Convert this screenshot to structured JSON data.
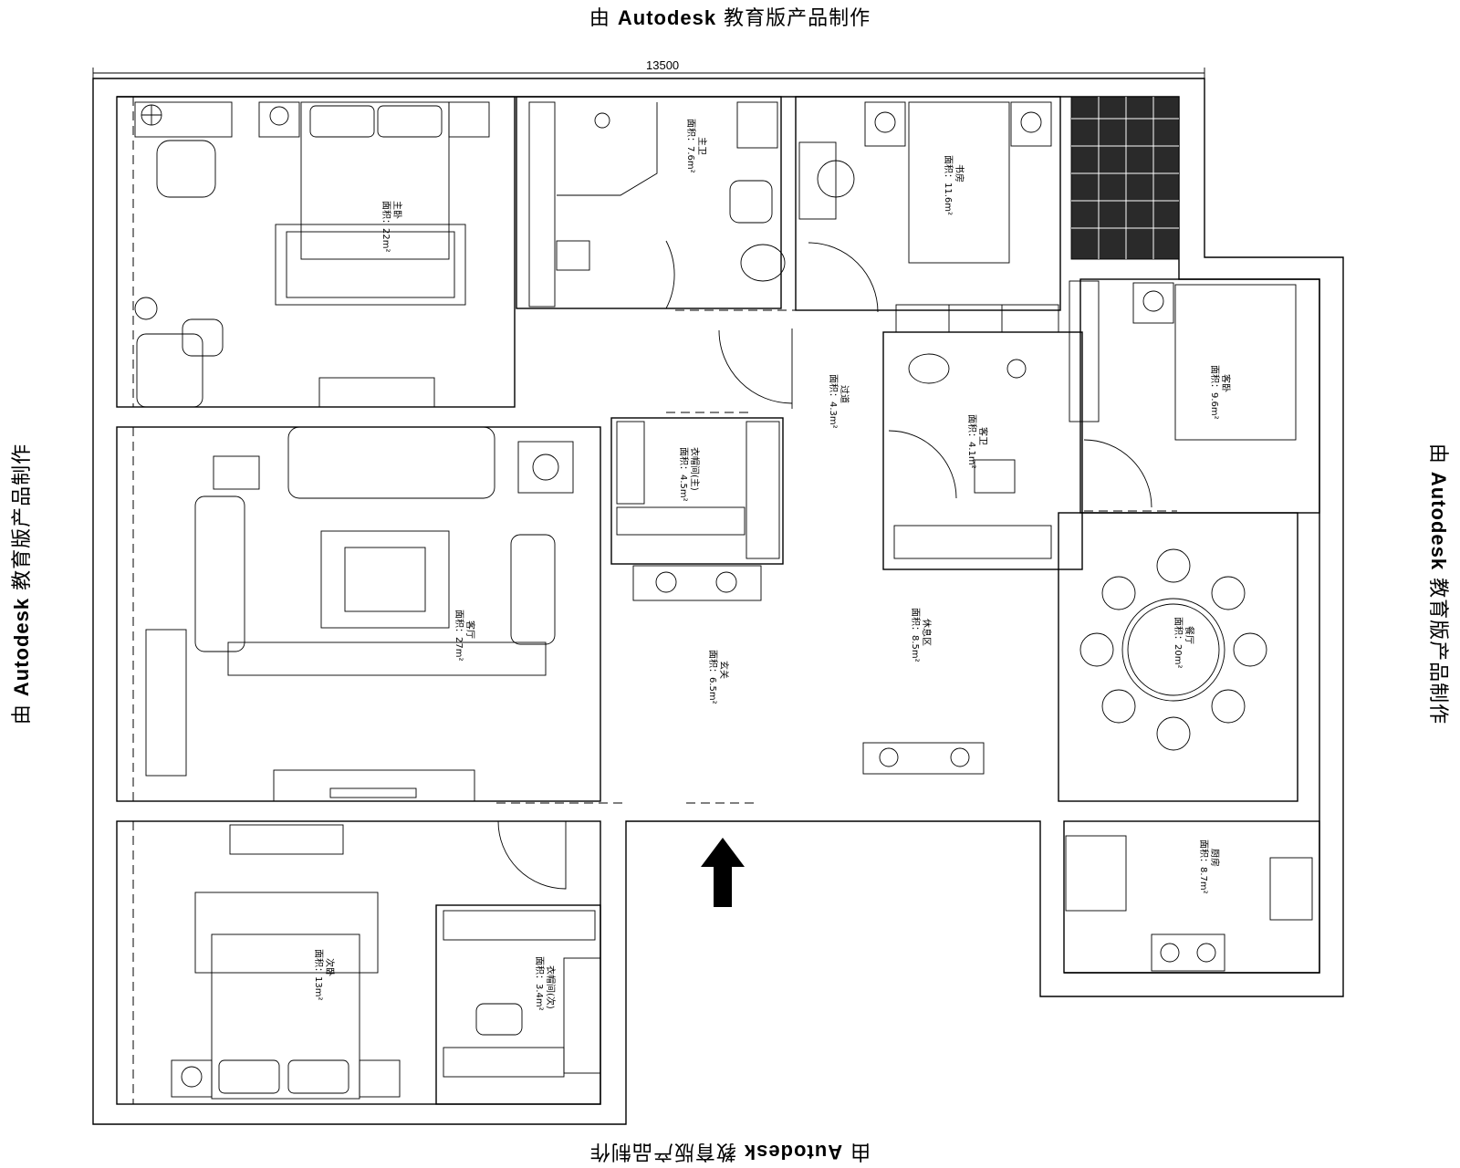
{
  "watermark": {
    "prefix": "由",
    "brand": "Autodesk",
    "suffix": "教育版产品制作"
  },
  "dimension": {
    "overall_width": "13500"
  },
  "rooms": [
    {
      "name": "主卧",
      "area": "面积：22m²"
    },
    {
      "name": "主卫",
      "area": "面积：7.6m²"
    },
    {
      "name": "书房",
      "area": "面积：11.6m²"
    },
    {
      "name": "客厅",
      "area": "面积：27m²"
    },
    {
      "name": "衣帽间(主)",
      "area": "面积：4.5m²"
    },
    {
      "name": "过道",
      "area": "面积：4.3m²"
    },
    {
      "name": "客卫",
      "area": "面积：4.1m²"
    },
    {
      "name": "客卧",
      "area": "面积：9.6m²"
    },
    {
      "name": "玄关",
      "area": "面积：6.5m²"
    },
    {
      "name": "休息区",
      "area": "面积：8.5m²"
    },
    {
      "name": "餐厅",
      "area": "面积：20m²"
    },
    {
      "name": "次卧",
      "area": "面积：13m²"
    },
    {
      "name": "衣帽间(次)",
      "area": "面积：3.4m²"
    },
    {
      "name": "厨房",
      "area": "面积：8.7m²"
    }
  ],
  "entrance": {
    "arrow": "up-arrow-icon"
  }
}
